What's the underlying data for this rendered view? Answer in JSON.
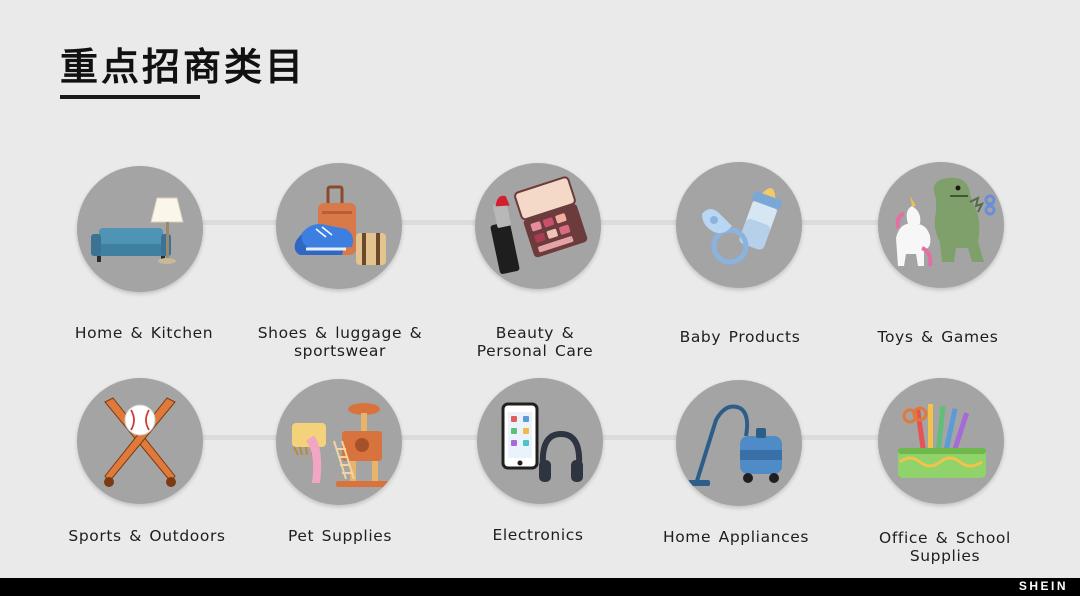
{
  "page": {
    "title": "重点招商类目",
    "brand": "SHEIN"
  },
  "categories": [
    {
      "label_lines": [
        "Home & Kitchen"
      ],
      "icon": "sofa-lamp-icon"
    },
    {
      "label_lines": [
        "Shoes & luggage &",
        "sportswear"
      ],
      "icon": "shoes-luggage-icon"
    },
    {
      "label_lines": [
        "Beauty &",
        "Personal Care"
      ],
      "icon": "lipstick-palette-icon"
    },
    {
      "label_lines": [
        "Baby Products"
      ],
      "icon": "baby-bottle-pacifier-icon"
    },
    {
      "label_lines": [
        "Toys & Games"
      ],
      "icon": "unicorn-dinosaur-icon"
    },
    {
      "label_lines": [
        "Sports & Outdoors"
      ],
      "icon": "baseball-bats-icon"
    },
    {
      "label_lines": [
        "Pet Supplies"
      ],
      "icon": "cat-tree-icon"
    },
    {
      "label_lines": [
        "Electronics"
      ],
      "icon": "phone-headphones-icon"
    },
    {
      "label_lines": [
        "Home Appliances"
      ],
      "icon": "vacuum-cleaner-icon"
    },
    {
      "label_lines": [
        "Office & School",
        "Supplies"
      ],
      "icon": "pencil-case-icon"
    }
  ],
  "colors": {
    "background": "#ebeaeb",
    "circle": "#a4a4a4",
    "connector": "#dcdcdc",
    "footer": "#000000"
  }
}
